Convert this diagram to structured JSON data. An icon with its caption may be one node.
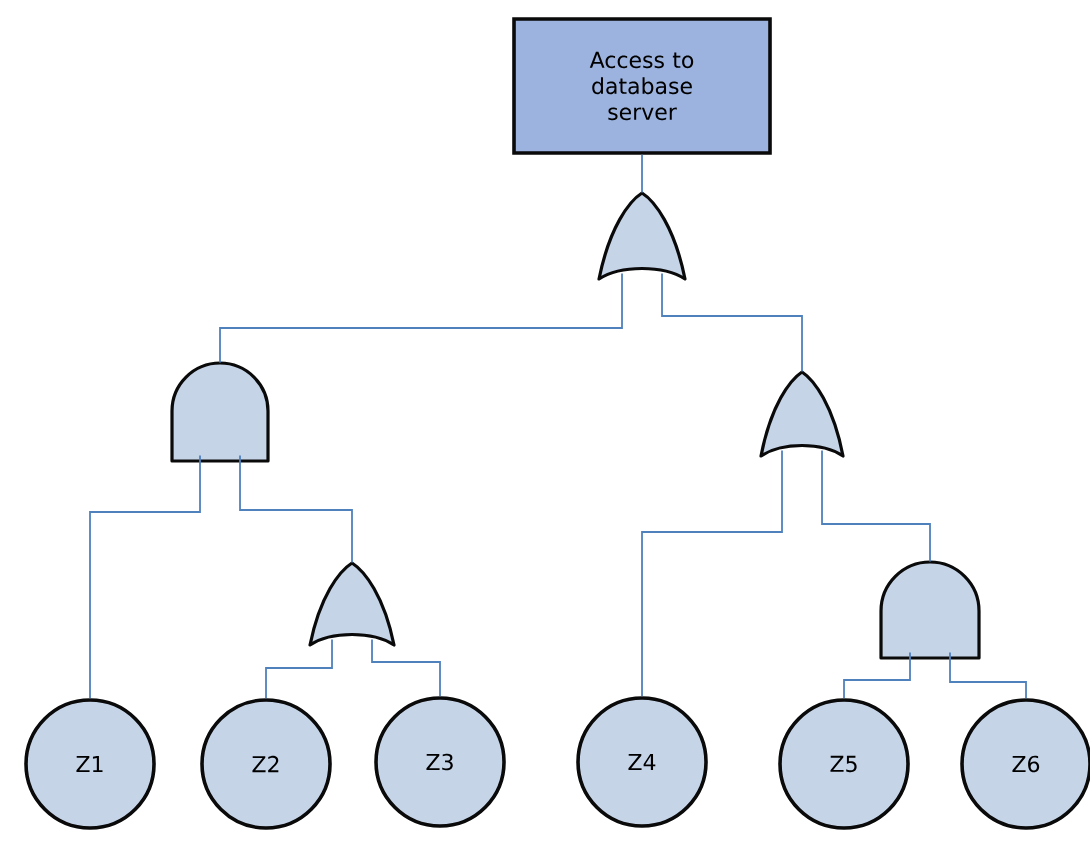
{
  "diagram": {
    "nodes": [
      {
        "text": [
          "Access to database server"
        ]
      },
      {
        "text": [],
        "shape": "or-gate"
      },
      {
        "text": [],
        "shape": "and-gate"
      },
      {
        "text": [],
        "shape": "or-gate"
      },
      {
        "text": [],
        "shape": "or-gate"
      },
      {
        "text": [],
        "shape": "and-gate"
      },
      {
        "text": [
          "Z1"
        ]
      },
      {
        "text": [
          "Z2"
        ]
      },
      {
        "text": [
          "Z3"
        ]
      },
      {
        "text": [
          "Z4"
        ]
      },
      {
        "text": [
          "Z5"
        ]
      },
      {
        "text": [
          "Z6"
        ]
      }
    ],
    "edges": [
      {
        "from": 1,
        "to": 0,
        "arrow": "none"
      },
      {
        "from": 1,
        "to": 2,
        "arrow": "none"
      },
      {
        "from": 1,
        "to": 3,
        "arrow": "none"
      },
      {
        "from": 2,
        "to": 6,
        "arrow": "none"
      },
      {
        "from": 2,
        "to": 4,
        "arrow": "none"
      },
      {
        "from": 4,
        "to": 7,
        "arrow": "none"
      },
      {
        "from": 4,
        "to": 8,
        "arrow": "none"
      },
      {
        "from": 3,
        "to": 9,
        "arrow": "none"
      },
      {
        "from": 3,
        "to": 5,
        "arrow": "none"
      },
      {
        "from": 5,
        "to": 10,
        "arrow": "none"
      },
      {
        "from": 5,
        "to": 11,
        "arrow": "none"
      }
    ]
  }
}
